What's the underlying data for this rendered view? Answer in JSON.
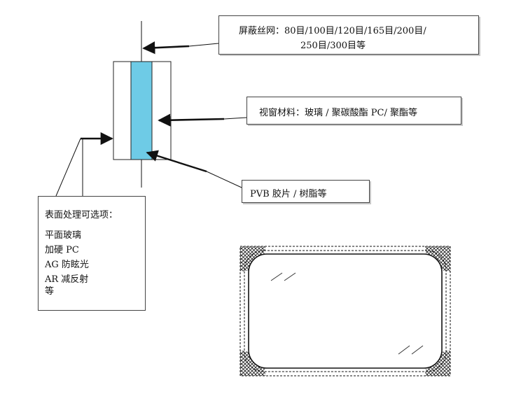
{
  "callouts": {
    "mesh": {
      "line1": "屏蔽丝网：80目/100目/120目/165目/200目/",
      "line2": "250目/300目等"
    },
    "window_material": "视窗材料：玻璃 / 聚碳酸酯 PC/ 聚酯等",
    "interlayer": "PVB 胶片 / 树脂等",
    "surface": {
      "title": "表面处理可选项：",
      "options": [
        "平面玻璃",
        "加硬 PC",
        "AG 防眩光",
        "AR 减反射",
        "等"
      ]
    }
  },
  "colors": {
    "interlayer_fill": "#6ecbe6",
    "line": "#111111",
    "hatch": "#222222"
  }
}
